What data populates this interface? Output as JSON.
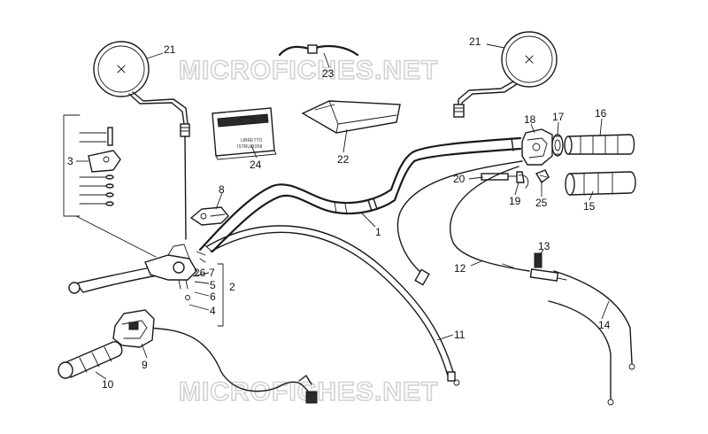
{
  "watermark": {
    "text": "MICROFICHES.NET"
  },
  "booklet": {
    "line1": "LIBRETTO",
    "line2": "ISTRUZIONI"
  },
  "callouts": [
    {
      "id": "21a",
      "label": "21"
    },
    {
      "id": "23",
      "label": "23"
    },
    {
      "id": "21b",
      "label": "21"
    },
    {
      "id": "24",
      "label": "24"
    },
    {
      "id": "22",
      "label": "22"
    },
    {
      "id": "18",
      "label": "18"
    },
    {
      "id": "17",
      "label": "17"
    },
    {
      "id": "16",
      "label": "16"
    },
    {
      "id": "3",
      "label": "3"
    },
    {
      "id": "8",
      "label": "8"
    },
    {
      "id": "20",
      "label": "20"
    },
    {
      "id": "19",
      "label": "19"
    },
    {
      "id": "25",
      "label": "25"
    },
    {
      "id": "15",
      "label": "15"
    },
    {
      "id": "1",
      "label": "1"
    },
    {
      "id": "13",
      "label": "13"
    },
    {
      "id": "12",
      "label": "12"
    },
    {
      "id": "2",
      "label": "2"
    },
    {
      "id": "26",
      "label": "26"
    },
    {
      "id": "7",
      "label": "7"
    },
    {
      "id": "5",
      "label": "5"
    },
    {
      "id": "6",
      "label": "6"
    },
    {
      "id": "4",
      "label": "4"
    },
    {
      "id": "14",
      "label": "14"
    },
    {
      "id": "11",
      "label": "11"
    },
    {
      "id": "9",
      "label": "9"
    },
    {
      "id": "10",
      "label": "10"
    }
  ]
}
